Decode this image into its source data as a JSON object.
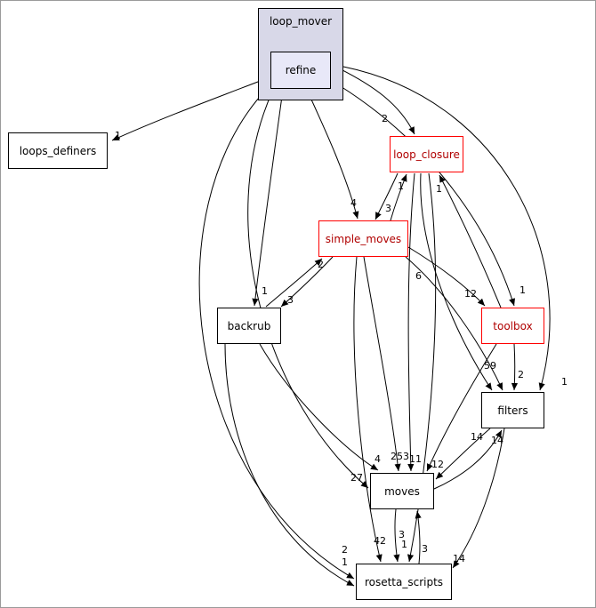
{
  "diagram": {
    "cluster": {
      "label": "loop_mover"
    },
    "nodes": [
      {
        "id": "refine",
        "label": "refine",
        "type": "current"
      },
      {
        "id": "loops_definers",
        "label": "loops_definers",
        "type": "normal"
      },
      {
        "id": "loop_closure",
        "label": "loop_closure",
        "type": "truncated"
      },
      {
        "id": "simple_moves",
        "label": "simple_moves",
        "type": "truncated"
      },
      {
        "id": "backrub",
        "label": "backrub",
        "type": "normal"
      },
      {
        "id": "toolbox",
        "label": "toolbox",
        "type": "truncated"
      },
      {
        "id": "filters",
        "label": "filters",
        "type": "normal"
      },
      {
        "id": "moves",
        "label": "moves",
        "type": "normal"
      },
      {
        "id": "rosetta_scripts",
        "label": "rosetta_scripts",
        "type": "normal"
      }
    ],
    "edges": [
      {
        "from": "refine",
        "to": "loops_definers",
        "count": "1"
      },
      {
        "from": "refine",
        "to": "loop_closure",
        "count": "2"
      },
      {
        "from": "refine",
        "to": "simple_moves",
        "count": "4"
      },
      {
        "from": "refine",
        "to": "backrub",
        "count": "1"
      },
      {
        "from": "refine",
        "to": "toolbox",
        "count": "1"
      },
      {
        "from": "refine",
        "to": "filters",
        "count": "1"
      },
      {
        "from": "refine",
        "to": "moves",
        "count": "27"
      },
      {
        "from": "refine",
        "to": "rosetta_scripts",
        "count": "2"
      },
      {
        "from": "backrub",
        "to": "rosetta_scripts",
        "count": "1"
      },
      {
        "from": "simple_moves",
        "to": "loop_closure",
        "count": "1"
      },
      {
        "from": "loop_closure",
        "to": "simple_moves",
        "count": "3"
      },
      {
        "from": "toolbox",
        "to": "loop_closure",
        "count": "1"
      },
      {
        "from": "simple_moves",
        "to": "toolbox",
        "count": "12"
      },
      {
        "from": "backrub",
        "to": "simple_moves",
        "count": "2"
      },
      {
        "from": "simple_moves",
        "to": "backrub",
        "count": "3"
      },
      {
        "from": "simple_moves",
        "to": "filters",
        "count": "59"
      },
      {
        "from": "loop_closure",
        "to": "filters",
        "count": "6"
      },
      {
        "from": "toolbox",
        "to": "filters",
        "count": "2"
      },
      {
        "from": "simple_moves",
        "to": "moves",
        "count": "253"
      },
      {
        "from": "backrub",
        "to": "moves",
        "count": "4"
      },
      {
        "from": "loop_closure",
        "to": "moves",
        "count": "11"
      },
      {
        "from": "toolbox",
        "to": "moves",
        "count": "12"
      },
      {
        "from": "filters",
        "to": "moves",
        "count": "14"
      },
      {
        "from": "moves",
        "to": "filters",
        "count": "14"
      },
      {
        "from": "simple_moves",
        "to": "rosetta_scripts",
        "count": "42"
      },
      {
        "from": "moves",
        "to": "rosetta_scripts",
        "count": "3"
      },
      {
        "from": "rosetta_scripts",
        "to": "moves",
        "count": "3"
      },
      {
        "from": "loop_closure",
        "to": "rosetta_scripts",
        "count": "1"
      },
      {
        "from": "filters",
        "to": "rosetta_scripts",
        "count": "14"
      }
    ]
  },
  "colors": {
    "node_border": "#000000",
    "truncated_node": "#ff0000",
    "cluster_fill": "#d8d8e8",
    "current_node_fill": "#e8e8f8",
    "background": "#ffffff"
  }
}
